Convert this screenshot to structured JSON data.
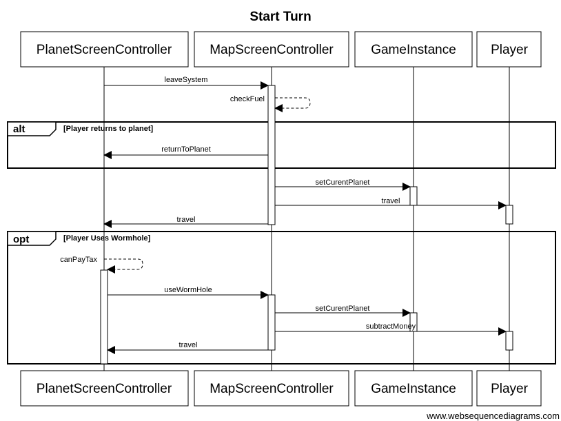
{
  "title": "Start Turn",
  "participants": [
    {
      "id": "psc",
      "label": "PlanetScreenController"
    },
    {
      "id": "msc",
      "label": "MapScreenController"
    },
    {
      "id": "gi",
      "label": "GameInstance"
    },
    {
      "id": "pl",
      "label": "Player"
    }
  ],
  "frames": [
    {
      "id": "alt",
      "keyword": "alt",
      "condition": "[Player returns to planet]"
    },
    {
      "id": "opt",
      "keyword": "opt",
      "condition": "[Player Uses Wormhole]"
    }
  ],
  "messages": [
    {
      "id": "leaveSystem",
      "label": "leaveSystem",
      "from": "psc",
      "to": "msc",
      "style": "solid"
    },
    {
      "id": "checkFuel",
      "label": "checkFuel",
      "from": "msc",
      "to": "msc",
      "style": "dashed"
    },
    {
      "id": "returnToPlanet",
      "label": "returnToPlanet",
      "from": "msc",
      "to": "psc",
      "style": "solid"
    },
    {
      "id": "setCurentPlanet1",
      "label": "setCurentPlanet",
      "from": "msc",
      "to": "gi",
      "style": "solid"
    },
    {
      "id": "travel1",
      "label": "travel",
      "from": "msc",
      "to": "pl",
      "style": "solid"
    },
    {
      "id": "travel2",
      "label": "travel",
      "from": "msc",
      "to": "psc",
      "style": "solid"
    },
    {
      "id": "canPayTax",
      "label": "canPayTax",
      "from": "psc",
      "to": "psc",
      "style": "dashed"
    },
    {
      "id": "useWormHole",
      "label": "useWormHole",
      "from": "psc",
      "to": "msc",
      "style": "solid"
    },
    {
      "id": "setCurentPlanet2",
      "label": "setCurentPlanet",
      "from": "msc",
      "to": "gi",
      "style": "solid"
    },
    {
      "id": "subtractMoney",
      "label": "subtractMoney",
      "from": "msc",
      "to": "pl",
      "style": "solid"
    },
    {
      "id": "travel3",
      "label": "travel",
      "from": "msc",
      "to": "psc",
      "style": "solid"
    }
  ],
  "watermark": "www.websequencediagrams.com"
}
